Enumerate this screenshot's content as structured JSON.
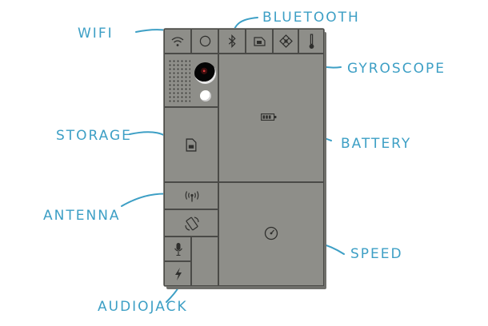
{
  "labels": {
    "wifi": "WIFI",
    "bluetooth": "BLUETOOTH",
    "gyroscope": "GYROSCOPE",
    "storage": "STORAGE",
    "battery": "BATTERY",
    "antenna": "ANTENNA",
    "speed": "SPEED",
    "audiojack": "AUDIOJACK"
  },
  "colors": {
    "label": "#3d9fc5",
    "phone_body": "#8e8e89",
    "module_outline": "#4a4a47"
  },
  "icons": {
    "wifi": "wifi-icon",
    "compass": "compass-icon",
    "bluetooth": "bluetooth-icon",
    "sim": "sim-card-icon",
    "gyroscope": "gyroscope-icon",
    "thermometer": "thermometer-icon",
    "storage": "sd-card-icon",
    "battery": "battery-icon",
    "antenna": "antenna-icon",
    "rotate": "rotate-icon",
    "speed": "speedometer-icon",
    "microphone": "microphone-icon",
    "audiojack": "lightning-icon"
  }
}
